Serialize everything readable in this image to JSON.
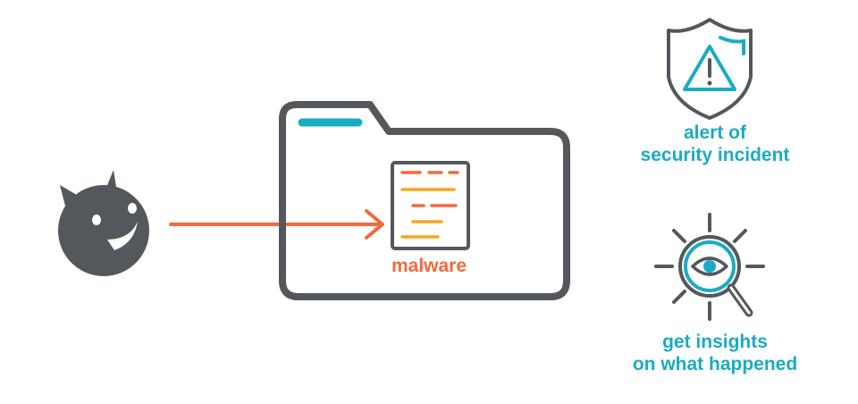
{
  "colors": {
    "dark": "#54575c",
    "orange": "#f26a3d",
    "amber": "#f6a623",
    "teal": "#1aabc4"
  },
  "icons": {
    "attacker": "devil-face-icon",
    "target": "folder-icon",
    "file": "malware-file-icon",
    "alert": "shield-alert-icon",
    "insights": "magnifier-eye-icon"
  },
  "labels": {
    "malware": "malware",
    "alert_line1": "alert of",
    "alert_line2": "security incident",
    "insights_line1": "get insights",
    "insights_line2": "on what happened"
  }
}
